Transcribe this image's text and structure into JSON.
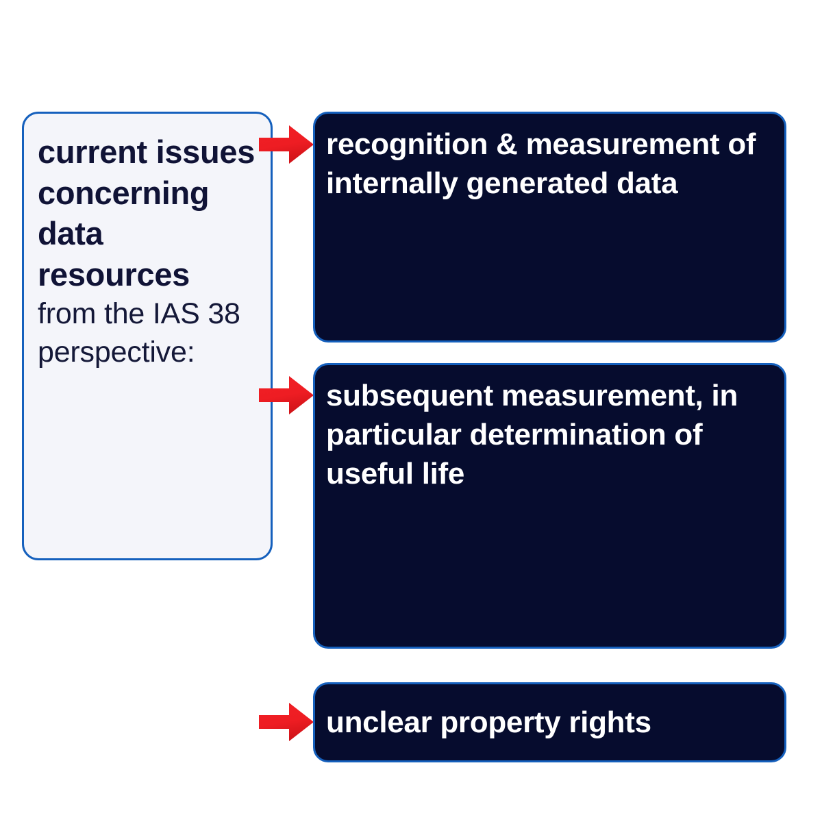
{
  "diagram": {
    "background_color": "#ffffff",
    "accent_border_color": "#1560bd",
    "source_fill_color": "#f4f5fa",
    "target_fill_color": "#060c2e",
    "arrow_color": "#ee1d23",
    "source_text_color": "#101336",
    "target_text_color": "#ffffff"
  },
  "source": {
    "emphasis_text": "current issues concerning data resources",
    "normal_text": "from the IAS 38 perspective:"
  },
  "targets": [
    {
      "label": "recognition & measurement of internally generated data"
    },
    {
      "label": "subsequent measurement, in particular determination of useful life"
    },
    {
      "label": "unclear property rights"
    }
  ],
  "connectors": [
    {
      "icon": "right-arrow-icon"
    },
    {
      "icon": "right-arrow-icon"
    },
    {
      "icon": "right-arrow-icon"
    }
  ]
}
